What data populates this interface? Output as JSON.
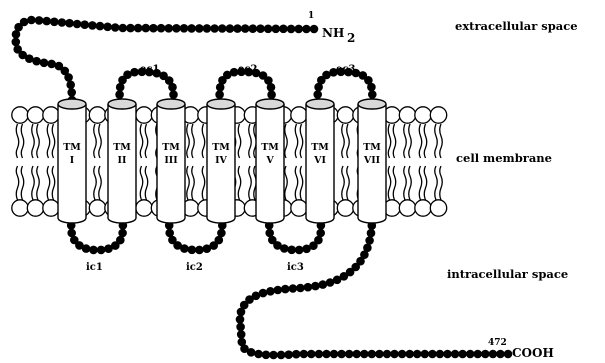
{
  "regions": {
    "extracellular": "extracellular space",
    "membrane": "cell membrane",
    "intracellular": "intracellular space"
  },
  "n_terminus": {
    "number": "1",
    "label": "NH",
    "subscript": "2"
  },
  "c_terminus": {
    "number": "472",
    "label": "COOH"
  },
  "helices": [
    {
      "top": "TM",
      "num": "I"
    },
    {
      "top": "TM",
      "num": "II"
    },
    {
      "top": "TM",
      "num": "III"
    },
    {
      "top": "TM",
      "num": "IV"
    },
    {
      "top": "TM",
      "num": "V"
    },
    {
      "top": "TM",
      "num": "VI"
    },
    {
      "top": "TM",
      "num": "VII"
    }
  ],
  "extracellular_loops": [
    "ec1",
    "ec2",
    "ec3"
  ],
  "intracellular_loops": [
    "ic1",
    "ic2",
    "ic3"
  ],
  "colors": {
    "ink": "#000000",
    "fill": "#ffffff"
  }
}
